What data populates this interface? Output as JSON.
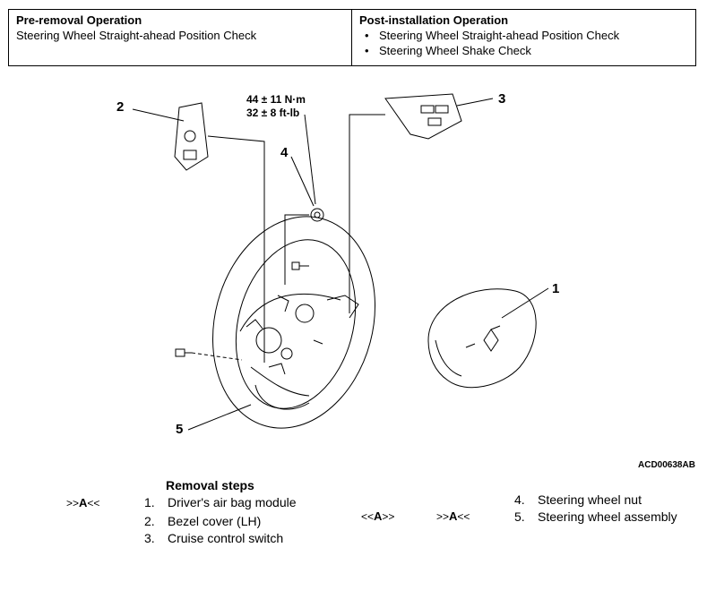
{
  "table": {
    "pre_header": "Pre-removal Operation",
    "pre_items": [
      "Steering Wheel Straight-ahead Position Check"
    ],
    "post_header": "Post-installation Operation",
    "post_items": [
      "Steering Wheel Straight-ahead Position Check",
      "Steering Wheel Shake Check"
    ]
  },
  "figure": {
    "callouts": [
      "1",
      "2",
      "3",
      "4",
      "5"
    ],
    "torque_nm": "44 ± 11 N·m",
    "torque_ftlb": "32 ± 8 ft-lb",
    "figure_id": "ACD00638AB"
  },
  "removal": {
    "title": "Removal steps",
    "steps": [
      {
        "num": "1.",
        "label": "Driver's air bag module"
      },
      {
        "num": "2.",
        "label": "Bezel cover (LH)"
      },
      {
        "num": "3.",
        "label": "Cruise control switch"
      },
      {
        "num": "4.",
        "label": "Steering wheel nut"
      },
      {
        "num": "5.",
        "label": "Steering wheel assembly"
      }
    ],
    "marks": {
      "step1_pre": ">>",
      "step1_letter": "A",
      "step1_post": "<<",
      "mid_pre": "<<",
      "mid_letter": "A",
      "mid_post": ">>",
      "right_pre": ">>",
      "right_letter": "A",
      "right_post": "<<"
    }
  }
}
